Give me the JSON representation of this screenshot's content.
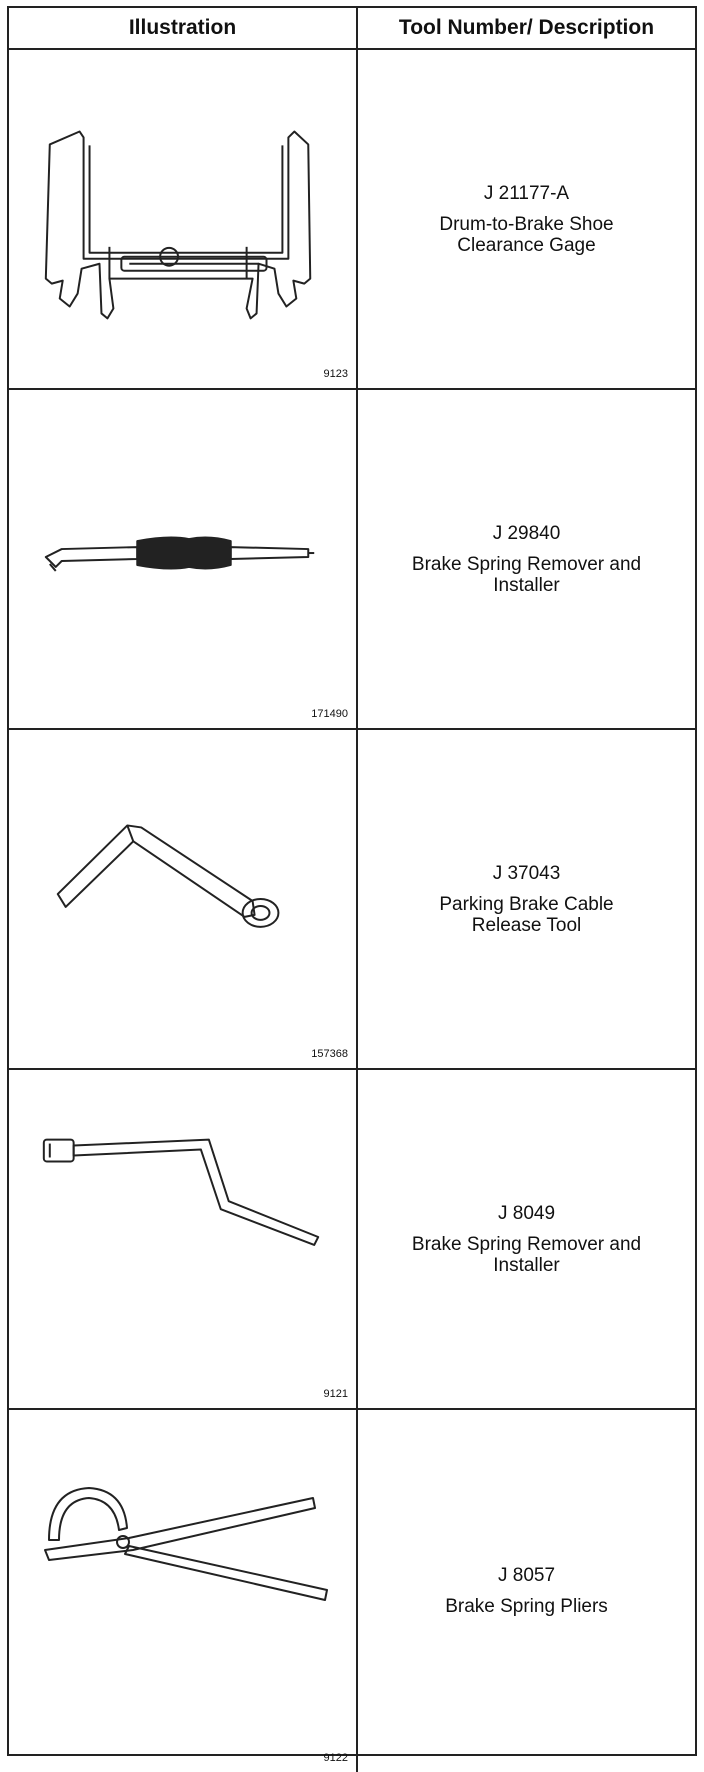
{
  "header": {
    "col1": "Illustration",
    "col2": "Tool Number/ Description"
  },
  "rows": [
    {
      "figure": "9123",
      "tool_number": "J 21177-A",
      "description": "Drum-to-Brake Shoe\nClearance Gage",
      "icon": "clearance-gage-icon"
    },
    {
      "figure": "171490",
      "tool_number": "J 29840",
      "description": "Brake Spring Remover and\nInstaller",
      "icon": "spring-remover-icon"
    },
    {
      "figure": "157368",
      "tool_number": "J 37043",
      "description": "Parking Brake Cable\nRelease Tool",
      "icon": "cable-release-tool-icon"
    },
    {
      "figure": "9121",
      "tool_number": "J 8049",
      "description": "Brake Spring Remover and\nInstaller",
      "icon": "spring-remover-bent-icon"
    },
    {
      "figure": "9122",
      "tool_number": "J 8057",
      "description": "Brake Spring Pliers",
      "icon": "spring-pliers-icon"
    }
  ]
}
